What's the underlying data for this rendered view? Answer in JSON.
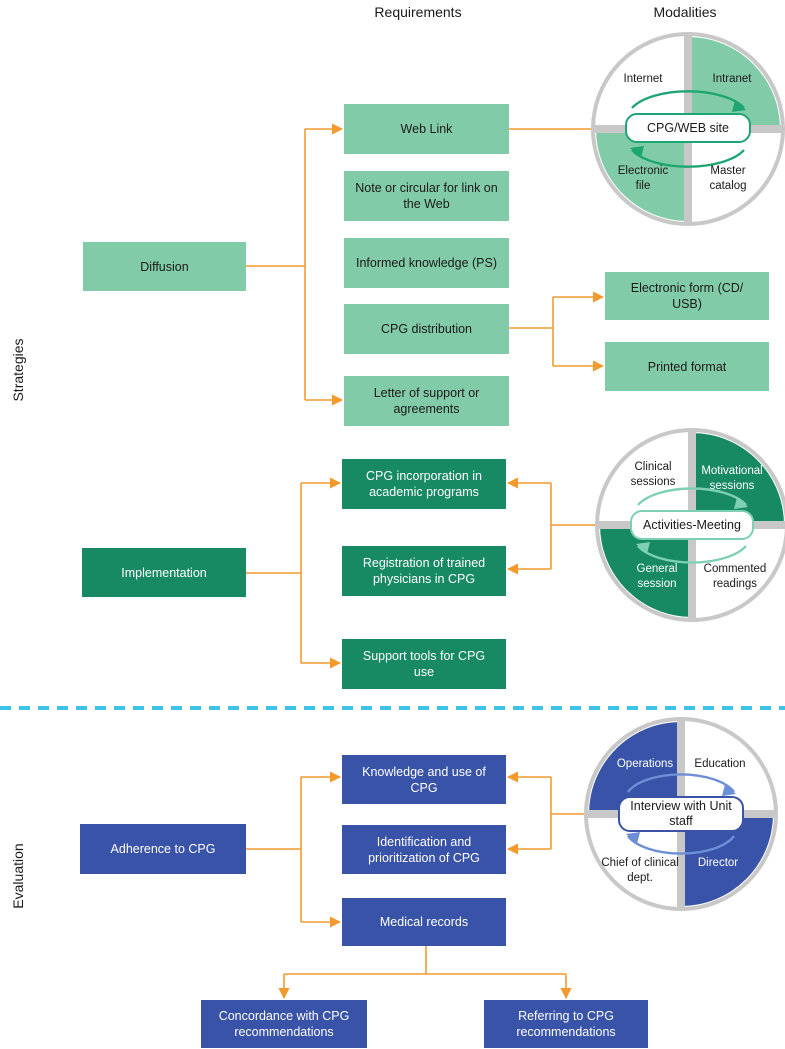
{
  "headers": {
    "requirements": "Requirements",
    "modalities": "Modalities"
  },
  "side_labels": {
    "strategies": "Strategies",
    "evaluation": "Evaluation"
  },
  "diffusion": {
    "title": "Diffusion",
    "requirements": [
      "Web Link",
      "Note or circular for link on the Web",
      "Informed knowledge (PS)",
      "CPG distribution",
      "Letter of support or agreements"
    ],
    "distribution_options": [
      "Electronic form (CD/ USB)",
      "Printed format"
    ],
    "modality": {
      "center": "CPG/WEB site",
      "quadrants": [
        "Internet",
        "Intranet",
        "Electronic file",
        "Master catalog"
      ]
    }
  },
  "implementation": {
    "title": "Implementation",
    "requirements": [
      "CPG incorporation in academic programs",
      "Registration of trained physicians in CPG",
      "Support tools for CPG use"
    ],
    "modality": {
      "center": "Activities-Meeting",
      "quadrants": [
        "Clinical sessions",
        "Motivational sessions",
        "General session",
        "Commented readings"
      ]
    }
  },
  "evaluation": {
    "title": "Adherence to CPG",
    "requirements": [
      "Knowledge and use of CPG",
      "Identification and prioritization of CPG",
      "Medical records"
    ],
    "outcomes": [
      "Concordance with CPG recommendations",
      "Referring to CPG recommendations"
    ],
    "modality": {
      "center": "Interview with Unit staff",
      "quadrants": [
        "Operations",
        "Education",
        "Chief of clinical dept.",
        "Director"
      ]
    }
  },
  "colors": {
    "light_green": "#82cba9",
    "dark_green": "#178a63",
    "blue": "#3853a7",
    "arrow": "#f39a2e",
    "divider": "#3cc3e6"
  }
}
